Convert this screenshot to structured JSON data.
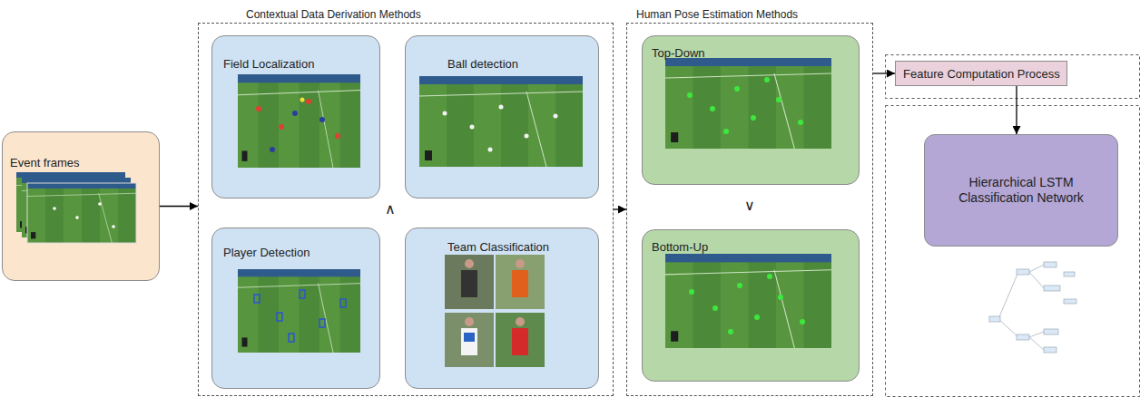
{
  "diagram": {
    "nodes": [
      {
        "text": [
          "Event frames"
        ]
      },
      {
        "text": [
          "Contextual Data Derivation Methods"
        ]
      },
      {
        "text": [
          "Field Localization"
        ],
        "in": 1
      },
      {
        "text": [
          "Ball detection"
        ],
        "in": 1
      },
      {
        "text": [
          "Player Detection"
        ],
        "in": 1
      },
      {
        "text": [
          "Team Classification"
        ],
        "in": 1
      },
      {
        "text": [
          "Human Pose Estimation Methods"
        ]
      },
      {
        "text": [
          "Top-Down"
        ],
        "in": 6
      },
      {
        "text": [
          "Bottom-Up"
        ],
        "in": 6
      },
      {
        "text": [
          "Feature Computation Process"
        ]
      },
      {
        "text": [
          "Hierarchical LSTM Classification Network"
        ]
      }
    ],
    "edges": [
      {
        "from": 0,
        "to": 1,
        "arrow": "to"
      },
      {
        "from": 1,
        "to": 6,
        "arrow": "to"
      },
      {
        "from": 6,
        "to": 9,
        "arrow": "to"
      },
      {
        "from": 9,
        "to": 10,
        "arrow": "to"
      }
    ],
    "labels": [
      "∧",
      "∨"
    ]
  }
}
